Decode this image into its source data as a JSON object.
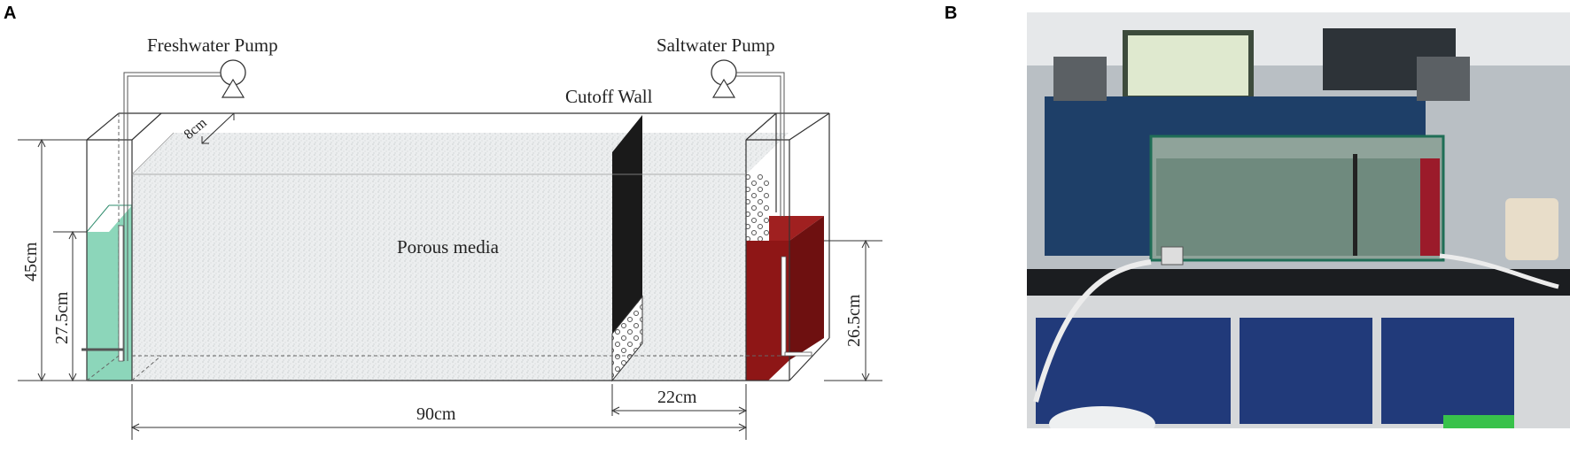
{
  "panels": {
    "a_label": "A",
    "b_label": "B"
  },
  "diagram": {
    "freshwater_pump": "Freshwater Pump",
    "saltwater_pump": "Saltwater Pump",
    "cutoff_wall": "Cutoff Wall",
    "porous_media": "Porous media",
    "dim_width": "8cm",
    "dim_total_height": "45cm",
    "dim_fresh_level": "27.5cm",
    "dim_salt_level": "26.5cm",
    "dim_length": "90cm",
    "dim_wall_distance": "22cm"
  },
  "colors": {
    "freshwater": "#7fd1b2",
    "saltwater": "#8e1616",
    "cutoff_wall": "#1a1a1a",
    "porous": "#eef0f1",
    "outline": "#333333"
  },
  "photo": {
    "description_icon": "lab-photo-icon"
  }
}
